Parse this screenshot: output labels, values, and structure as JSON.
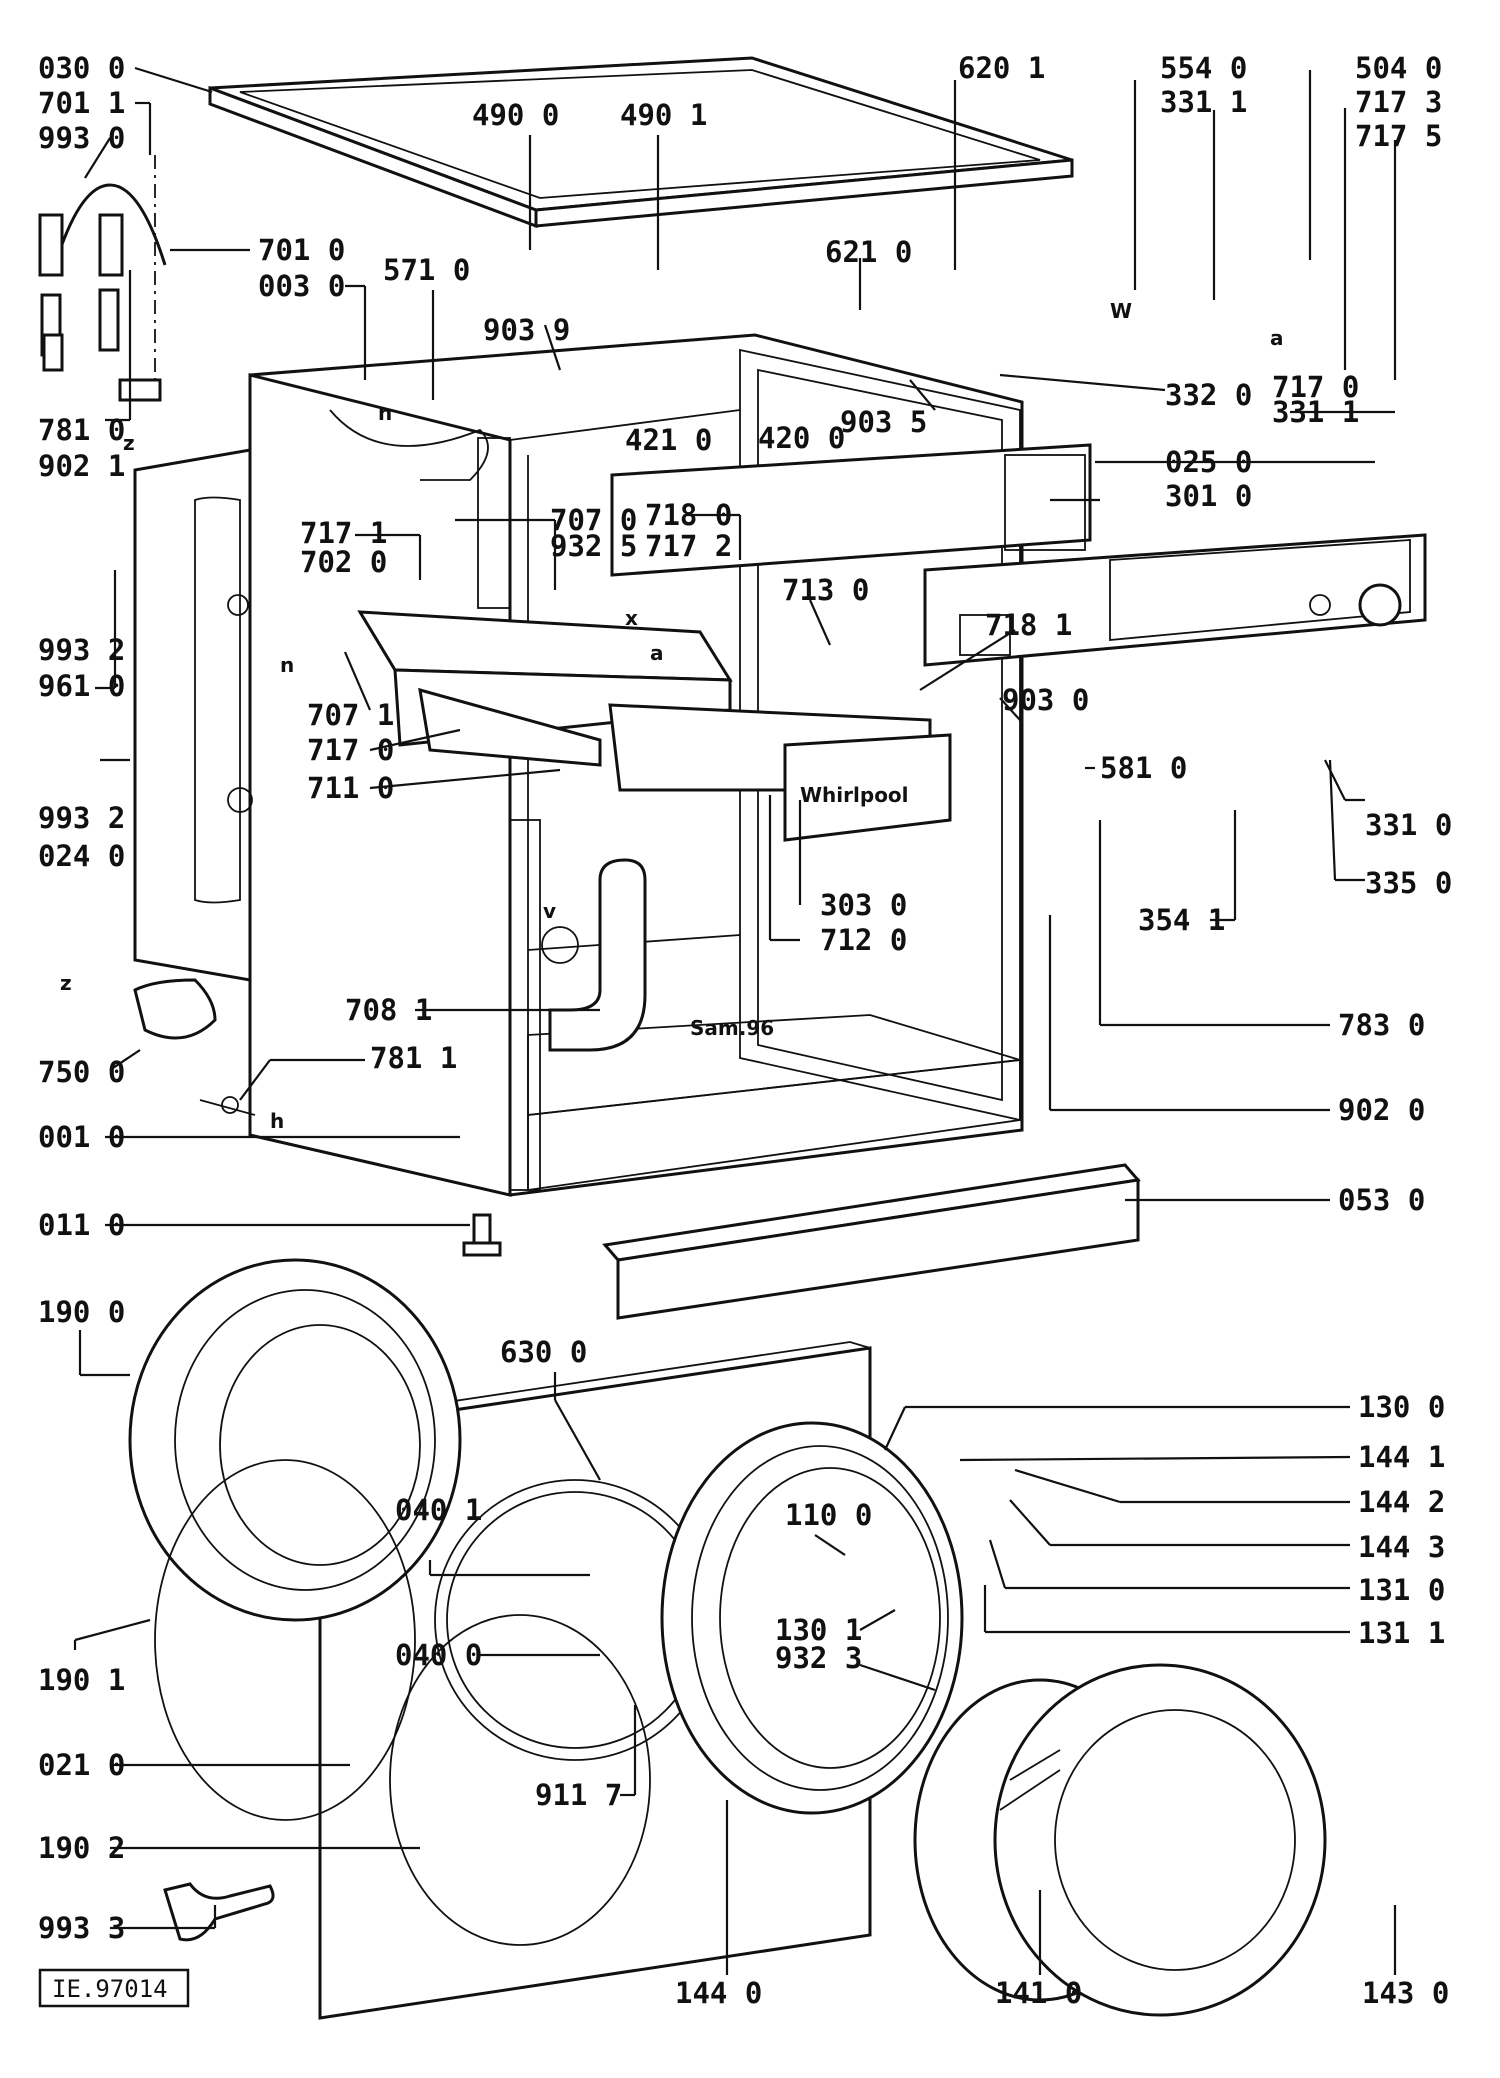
{
  "diagram": {
    "doc_code": "IE.97014",
    "stamp": "Sam.96",
    "brand": "Whirlpool",
    "letters": {
      "a": "a",
      "h": "h",
      "n": "n",
      "v": "v",
      "w": "W",
      "x": "x",
      "z": "z"
    },
    "labels": {
      "p030_0": "030  0",
      "p701_1": "701  1",
      "p993_0": "993  0",
      "p701_0": "701  0",
      "p003_0": "003  0",
      "p571_0": "571  0",
      "p490_0": "490  0",
      "p490_1": "490  1",
      "p620_1": "620  1",
      "p554_0": "554  0",
      "p331_1a": "331  1",
      "p504_0": "504  0",
      "p717_3": "717  3",
      "p717_5": "717  5",
      "p903_9": "903  9",
      "p621_0": "621  0",
      "p332_0": "332  0",
      "p717_0a": "717  0",
      "p331_1b": "331  1",
      "p781_0": "781  0",
      "p902_1": "902  1",
      "p421_0": "421  0",
      "p420_0": "420  0",
      "p903_5": "903  5",
      "p025_0": "025  0",
      "p301_0": "301  0",
      "p717_1": "717  1",
      "p702_0": "702  0",
      "p707_0": "707  0",
      "p932_5": "932  5",
      "p718_0": "718  0",
      "p717_2": "717  2",
      "p713_0": "713  0",
      "p718_1": "718  1",
      "p993_2a": "993  2",
      "p961_0": "961  0",
      "p707_1": "707  1",
      "p717_0b": "717  0",
      "p711_0": "711  0",
      "p903_0": "903  0",
      "p581_0": "581  0",
      "p331_0": "331  0",
      "p993_2b": "993  2",
      "p024_0": "024  0",
      "p335_0": "335  0",
      "p303_0": "303  0",
      "p712_0": "712  0",
      "p354_1": "354  1",
      "p708_1": "708  1",
      "p783_0": "783  0",
      "p750_0": "750  0",
      "p781_1": "781  1",
      "p902_0": "902  0",
      "p001_0": "001  0",
      "p053_0": "053  0",
      "p011_0": "011  0",
      "p190_0": "190  0",
      "p630_0": "630  0",
      "p130_0": "130  0",
      "p144_1": "144  1",
      "p040_1": "040  1",
      "p110_0": "110  0",
      "p144_2": "144  2",
      "p144_3": "144  3",
      "p131_0": "131  0",
      "p130_1": "130  1",
      "p131_1": "131  1",
      "p040_0": "040  0",
      "p932_3": "932  3",
      "p190_1": "190  1",
      "p021_0": "021  0",
      "p911_7": "911  7",
      "p190_2": "190  2",
      "p993_3": "993  3",
      "p144_0": "144  0",
      "p141_0": "141  0",
      "p143_0": "143  0"
    }
  }
}
